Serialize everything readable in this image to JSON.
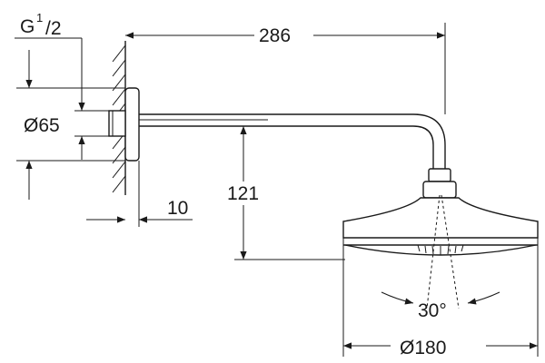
{
  "dimensions": {
    "thread_main": "G",
    "thread_sup": "1",
    "thread_sub": "/2",
    "flange_diameter": "Ø65",
    "arm_length": "286",
    "drop_height": "121",
    "flange_depth": "10",
    "spray_angle": "30°",
    "head_diameter": "Ø180"
  }
}
